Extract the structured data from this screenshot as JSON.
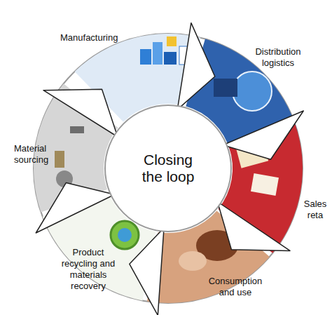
{
  "diagram": {
    "nodes": [
      {
        "text": [
          "Closing the loop"
        ]
      }
    ],
    "labels": [
      "Manufacturing",
      "Distribution logistics",
      "Sales reta",
      "Consumption and use",
      "Product recycling and materials recovery",
      "Material sourcing"
    ]
  }
}
